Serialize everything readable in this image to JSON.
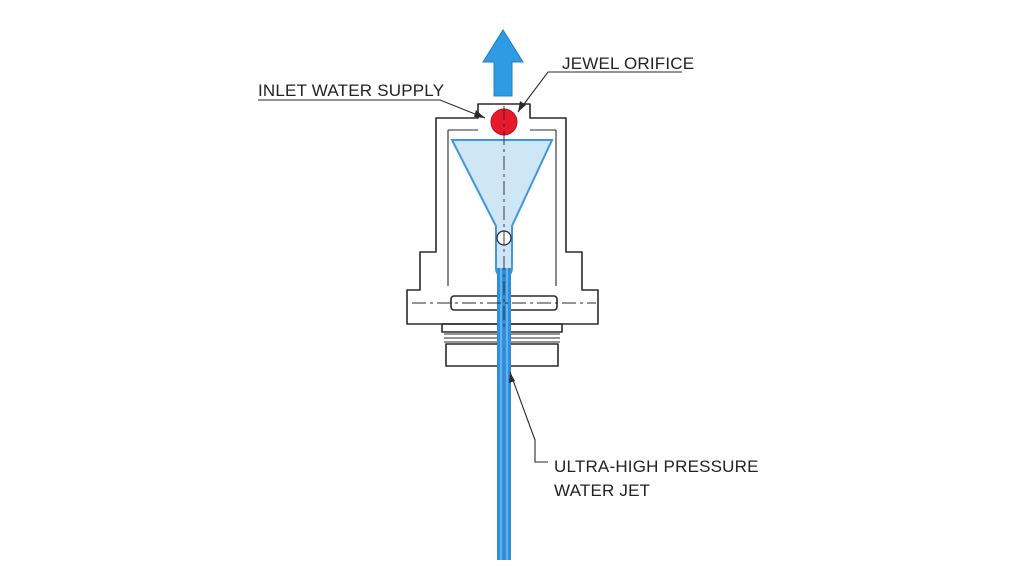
{
  "labels": {
    "jewel_orifice": "JEWEL ORIFICE",
    "inlet_water_supply": "INLET WATER SUPPLY",
    "jet_line1": "ULTRA-HIGH PRESSURE",
    "jet_line2": "WATER JET"
  },
  "colors": {
    "water_fill": "#cfe6f7",
    "water_stroke": "#3f97dd",
    "jet": "#2f8fdc",
    "arrow": "#2f9be3",
    "jewel": "#e8192c",
    "line": "#2a2a2a"
  },
  "icons": {
    "flow_arrow": "arrow-up-icon",
    "jewel": "jewel-icon"
  }
}
